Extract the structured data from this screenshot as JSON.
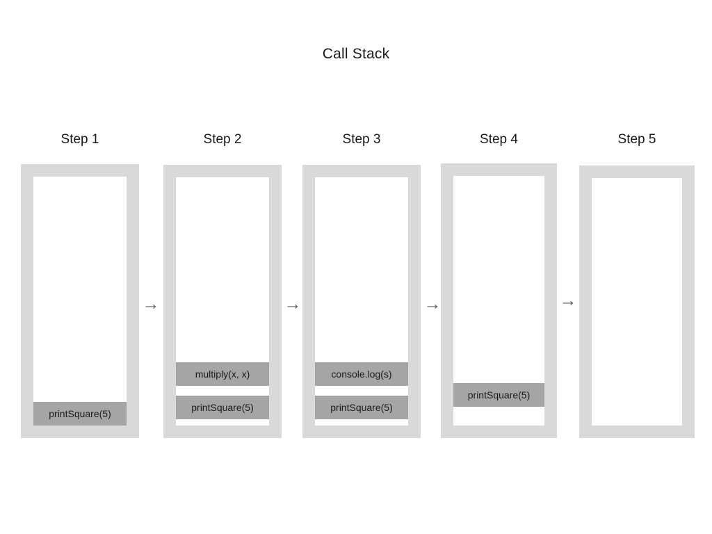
{
  "title": "Call Stack",
  "arrow_glyph": "→",
  "colors": {
    "box_border": "#d9d9d9",
    "box_inner": "#ffffff",
    "frame_fill": "#a5a5a5",
    "text": "#1a1a1a",
    "arrow": "#5e5e5e",
    "background": "#ffffff"
  },
  "steps": [
    {
      "label": "Step 1",
      "frames": [
        "printSquare(5)"
      ]
    },
    {
      "label": "Step 2",
      "frames": [
        "multiply(x, x)",
        "printSquare(5)"
      ]
    },
    {
      "label": "Step 3",
      "frames": [
        "console.log(s)",
        "printSquare(5)"
      ]
    },
    {
      "label": "Step 4",
      "frames": [
        "printSquare(5)"
      ]
    },
    {
      "label": "Step 5",
      "frames": []
    }
  ],
  "arrows": [
    {
      "name": "arrow-step1-step2"
    },
    {
      "name": "arrow-step2-step3"
    },
    {
      "name": "arrow-step3-step4"
    },
    {
      "name": "arrow-step4-step5"
    }
  ]
}
